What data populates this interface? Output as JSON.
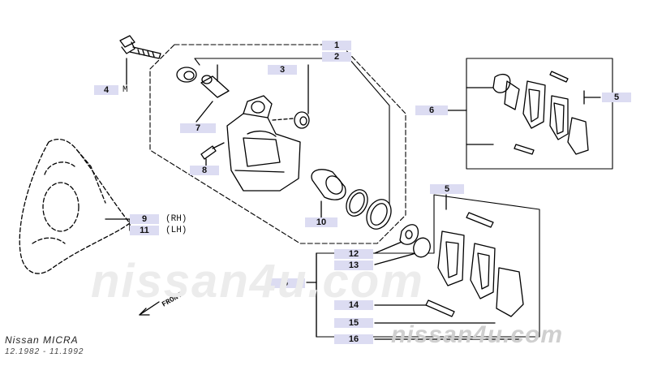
{
  "diagram": {
    "callouts": {
      "c1": "1",
      "c2": "2",
      "c3": "3",
      "c4": "4",
      "c5a": "5",
      "c5b": "5",
      "c6a": "6",
      "c6b": "6",
      "c7": "7",
      "c8": "8",
      "c9": "9",
      "c10": "10",
      "c11": "11",
      "c12": "12",
      "c13": "13",
      "c14": "14",
      "c15": "15",
      "c16": "16"
    },
    "qualifiers": {
      "q4": "M",
      "q9": "(RH)",
      "q11": "(LH)"
    },
    "front_label": "FRONT"
  },
  "footer": {
    "model": "Nissan MICRA",
    "dates": "12.1982 - 11.1992",
    "watermark_large": "nissan4u.com",
    "watermark_small": "nissan4u.com"
  },
  "colors": {
    "callout_bg": "#dcdcf2",
    "line": "#000000"
  }
}
